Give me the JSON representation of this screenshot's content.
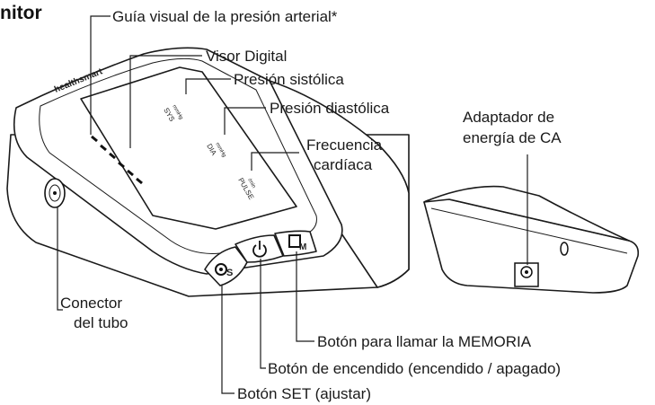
{
  "title": "nitor",
  "brand": "healthsmart",
  "screen": {
    "sys": "SYS",
    "sys_unit": "mmHg",
    "dia": "DIA",
    "dia_unit": "mmHg",
    "pulse": "PULSE",
    "pulse_unit": "/min"
  },
  "buttons": {
    "set_glyph": "S",
    "memory_glyph": "M"
  },
  "labels": {
    "bp_guide": "Guía visual de la presión arterial*",
    "digital_display": "Visor Digital",
    "systolic": "Presión sistólica",
    "diastolic": "Presión diastólica",
    "heart_rate_line1": "Frecuencia",
    "heart_rate_line2": "cardíaca",
    "ac_adapter_line1": "Adaptador de",
    "ac_adapter_line2": "energía de CA",
    "tube_connector_line1": "Conector",
    "tube_connector_line2": "del tubo",
    "memory_button": "Botón para llamar la MEMORIA",
    "power_button": "Botón de encendido (encendido / apagado)",
    "set_button": "Botón SET (ajustar)"
  },
  "icons": [
    "set-gear-icon",
    "power-icon",
    "memory-icon",
    "tube-port-icon",
    "ac-jack-icon"
  ]
}
